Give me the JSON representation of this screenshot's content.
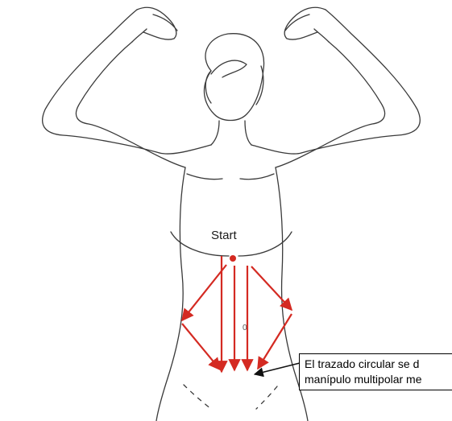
{
  "labels": {
    "start": "Start",
    "small_mark": "0"
  },
  "callout": {
    "line1": "El trazado circular se d",
    "line2": "manípulo multipolar me"
  },
  "colors": {
    "outline": "#3a3a3a",
    "arrow": "#d42a22",
    "callout_border": "#000000"
  },
  "icons": {
    "start_point": "red-dot-icon",
    "path_arrows": "red-arrow-icon",
    "pointer": "black-arrow-icon"
  }
}
